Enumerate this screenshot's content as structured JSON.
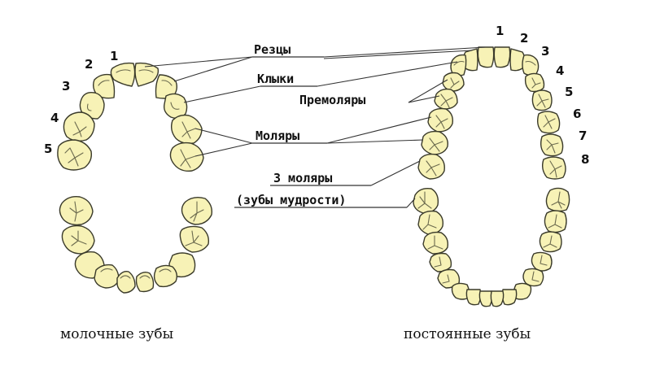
{
  "diagram": {
    "colors": {
      "tooth_fill": "#f7f2b6",
      "tooth_outline": "#3a3a2a",
      "line": "#333333",
      "background": "#ffffff"
    },
    "labels": {
      "incisors": "Резцы",
      "canines": "Клыки",
      "premolars": "Премоляры",
      "molars": "Моляры",
      "third_molars_line1": "3 моляры",
      "third_molars_line2": "(зубы мудрости)"
    },
    "primary_teeth": {
      "caption": "молочные зубы",
      "numbers": [
        "1",
        "2",
        "3",
        "4",
        "5"
      ]
    },
    "permanent_teeth": {
      "caption": "постоянные зубы",
      "numbers": [
        "1",
        "2",
        "3",
        "4",
        "5",
        "6",
        "7",
        "8"
      ]
    }
  }
}
